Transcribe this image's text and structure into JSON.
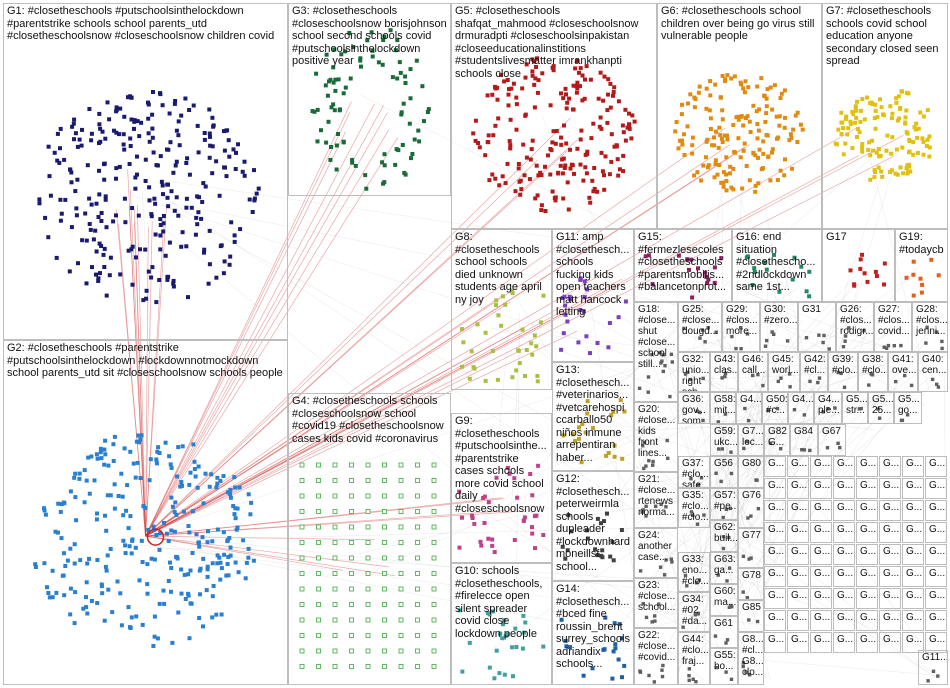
{
  "groups": [
    {
      "id": "G1",
      "label": "G1: #closetheschools #putschoolsinthelockdown #parentstrike schools school parents_utd #closetheschoolsnow #closeschoolsnow children covid",
      "node_color": "#1a1a6e"
    },
    {
      "id": "G2",
      "label": "G2: #closetheschools #parentstrike #putschoolsinthelockdown #lockdownnotmockdown school parents_utd sit #closeschoolsnow schools people",
      "node_color": "#2a7fcf"
    },
    {
      "id": "G3",
      "label": "G3: #closetheschools #closeschoolsnow borisjohnson school second schools covid #putschoolsinthelockdown positive year",
      "node_color": "#1a6b3a"
    },
    {
      "id": "G4",
      "label": "G4: #closetheschools schools #closeschoolsnow school #covid19 #closetheschoolsnow cases kids covid #coronavirus",
      "node_color": "#3aa83a"
    },
    {
      "id": "G5",
      "label": "G5: #closetheschools shafqat_mahmood #closeschoolsnow drmuradpti #closeschoolsinpakistan #closeeducationalinstitions #studentslivesmatter imrankhanpti schools close",
      "node_color": "#b51a1a"
    },
    {
      "id": "G6",
      "label": "G6: #closetheschools school children over being go virus still vulnerable people",
      "node_color": "#e08a10"
    },
    {
      "id": "G7",
      "label": "G7: #closetheschools schools covid school education anyone secondary closed seen spread",
      "node_color": "#e0c010"
    },
    {
      "id": "G8",
      "label": "G8: #closetheschools school schools died unknown students age april ny joy",
      "node_color": "#a8c040"
    },
    {
      "id": "G9",
      "label": "G9: #closetheschools #putschoolsinthe... #parentstrike cases schools more covid school daily #closeschoolsnow",
      "node_color": "#c0408a"
    },
    {
      "id": "G10",
      "label": "G10: schools #closetheschools, #firelecce open silent spreader covid close lockdown people",
      "node_color": "#40a0a0"
    },
    {
      "id": "G11",
      "label": "G11: amp #closethesch... schools fucking kids open teachers matt hancock letting",
      "node_color": "#7a40c0"
    },
    {
      "id": "G12",
      "label": "G12: #closethesch... peterweirmla schools dupleader #lockdownhard moneillsf school...",
      "node_color": "#404040"
    },
    {
      "id": "G13",
      "label": "G13: #closethesch... #veterinarios... #vetcarehospi ccarballo50 niños inmune arrepentiran haber...",
      "node_color": "#c0a020"
    },
    {
      "id": "G14",
      "label": "G14: #closethesch... #bced fine roussin_brent surrey_schools adriandix schools...",
      "node_color": "#2060a0"
    },
    {
      "id": "G15",
      "label": "G15: #fermezlesecoles #closetheschools #parentsmobilis... #balancetonprot...",
      "node_color": "#8a2060"
    },
    {
      "id": "G16",
      "label": "G16: end situation #closethescho... #2ndlockdown same 1st...",
      "node_color": "#208a60"
    },
    {
      "id": "G17",
      "label": "G17",
      "node_color": "#c02020"
    },
    {
      "id": "G19",
      "label": "G19: #todaycb",
      "node_color": "#e06020"
    },
    {
      "id": "G18",
      "label": "G18: #close... shut #close... school still...",
      "node_color": "#606060"
    },
    {
      "id": "G20",
      "label": "G20: #close... kids front lines...",
      "node_color": "#606060"
    },
    {
      "id": "G21",
      "label": "G21: #close... rtenews norma...",
      "node_color": "#606060"
    },
    {
      "id": "G22",
      "label": "G22: #close... #covid...",
      "node_color": "#606060"
    },
    {
      "id": "G23",
      "label": "G23: #close... school...",
      "node_color": "#606060"
    },
    {
      "id": "G24",
      "label": "G24: another case...",
      "node_color": "#606060"
    },
    {
      "id": "G25",
      "label": "G25: #close... dougd...",
      "node_color": "#606060"
    },
    {
      "id": "G26",
      "label": "G26: #clos... rodigr...",
      "node_color": "#606060"
    },
    {
      "id": "G27",
      "label": "G27: #clos... covid...",
      "node_color": "#606060"
    },
    {
      "id": "G28",
      "label": "G28: #clos... jenni...",
      "node_color": "#606060"
    },
    {
      "id": "G29",
      "label": "G29: #clos... more...",
      "node_color": "#606060"
    },
    {
      "id": "G30",
      "label": "G30: #zero...",
      "node_color": "#606060"
    },
    {
      "id": "G31",
      "label": "G31",
      "node_color": "#606060"
    },
    {
      "id": "G32",
      "label": "G32: unio... right sch...",
      "node_color": "#606060"
    },
    {
      "id": "G33",
      "label": "G33: eno... #clo...",
      "node_color": "#606060"
    },
    {
      "id": "G34",
      "label": "G34: #02 #da...",
      "node_color": "#606060"
    },
    {
      "id": "G35",
      "label": "G35: #clo... #clo...",
      "node_color": "#606060"
    },
    {
      "id": "G36",
      "label": "G36: gov... som...",
      "node_color": "#606060"
    },
    {
      "id": "G37",
      "label": "G37: #clo... safe...",
      "node_color": "#606060"
    },
    {
      "id": "G38",
      "label": "G38: #clo...",
      "node_color": "#606060"
    },
    {
      "id": "G39",
      "label": "G39: #clo...",
      "node_color": "#606060"
    },
    {
      "id": "G40",
      "label": "G40: cen...",
      "node_color": "#606060"
    },
    {
      "id": "G41",
      "label": "G41: ove...",
      "node_color": "#606060"
    },
    {
      "id": "G42",
      "label": "G42: #cl...",
      "node_color": "#606060"
    },
    {
      "id": "G43",
      "label": "G43: clas...",
      "node_color": "#606060"
    },
    {
      "id": "G44",
      "label": "G44: #clo... fraj...",
      "node_color": "#606060"
    },
    {
      "id": "G45",
      "label": "G45: worl...",
      "node_color": "#606060"
    },
    {
      "id": "G46",
      "label": "G46: call...",
      "node_color": "#606060"
    },
    {
      "id": "G47",
      "label": "G4...",
      "node_color": "#606060"
    },
    {
      "id": "G48",
      "label": "G4...",
      "node_color": "#606060"
    },
    {
      "id": "G49",
      "label": "G4... ple...",
      "node_color": "#606060"
    },
    {
      "id": "G50",
      "label": "G50: #c...",
      "node_color": "#606060"
    },
    {
      "id": "G51",
      "label": "G5... 25...",
      "node_color": "#606060"
    },
    {
      "id": "G52",
      "label": "G5... go...",
      "node_color": "#606060"
    },
    {
      "id": "G53",
      "label": "G5... str...",
      "node_color": "#606060"
    },
    {
      "id": "G55",
      "label": "G55: ho...",
      "node_color": "#606060"
    },
    {
      "id": "G56",
      "label": "G56",
      "node_color": "#606060"
    },
    {
      "id": "G57",
      "label": "G57: #pe...",
      "node_color": "#606060"
    },
    {
      "id": "G58",
      "label": "G58: mit...",
      "node_color": "#606060"
    },
    {
      "id": "G59",
      "label": "G59: ukc...",
      "node_color": "#606060"
    },
    {
      "id": "G60",
      "label": "G60: ma...",
      "node_color": "#606060"
    },
    {
      "id": "G61",
      "label": "G61",
      "node_color": "#606060"
    },
    {
      "id": "G62",
      "label": "G62: buil...",
      "node_color": "#606060"
    },
    {
      "id": "G63",
      "label": "G63: ga...",
      "node_color": "#606060"
    },
    {
      "id": "G67",
      "label": "G67",
      "node_color": "#606060"
    },
    {
      "id": "G7x",
      "label": "G7... loc...",
      "node_color": "#606060"
    },
    {
      "id": "G76",
      "label": "G76",
      "node_color": "#606060"
    },
    {
      "id": "G77",
      "label": "G77",
      "node_color": "#606060"
    },
    {
      "id": "G78",
      "label": "G78",
      "node_color": "#606060"
    },
    {
      "id": "G80",
      "label": "G80",
      "node_color": "#606060"
    },
    {
      "id": "G82",
      "label": "G82 G...",
      "node_color": "#606060"
    },
    {
      "id": "G84",
      "label": "G84",
      "node_color": "#606060"
    },
    {
      "id": "G85",
      "label": "G85",
      "node_color": "#606060"
    },
    {
      "id": "G8x",
      "label": "G8... #cl... G8... clo...",
      "node_color": "#606060"
    },
    {
      "id": "G11x",
      "label": "G11...",
      "node_color": "#606060"
    }
  ],
  "cell_labels": [
    "G...",
    "G..."
  ]
}
